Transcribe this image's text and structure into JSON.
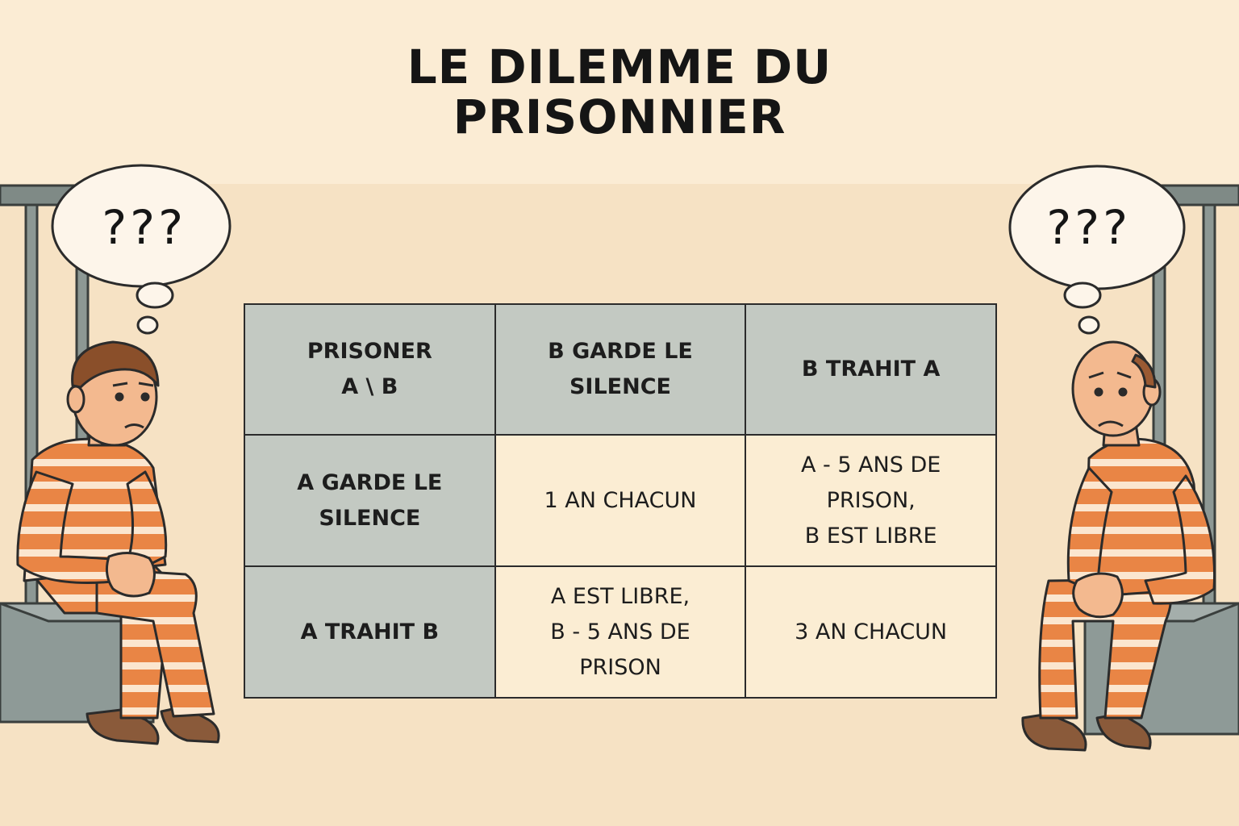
{
  "title": {
    "line1": "LE DILEMME DU",
    "line2": "PRISONNIER"
  },
  "thought_left": "???",
  "thought_right": "???",
  "matrix": {
    "corner": "PRISONER\nA \\ B",
    "col_b_silent": "B  GARDE LE\nSILENCE",
    "col_b_betrays": "B TRAHIT A",
    "row_a_silent": "A GARDE LE\nSILENCE",
    "row_a_betrays": "A TRAHIT B",
    "silent_silent": "1 AN CHACUN",
    "silent_betray": "A - 5 ANS DE\nPRISON,\nB EST LIBRE",
    "betray_silent": "A EST LIBRE,\nB - 5 ANS DE\nPRISON",
    "betray_betray": "3 AN CHACUN"
  },
  "colors": {
    "background": "#f6e2c4",
    "header_cell": "#c3c9c2",
    "body_cell": "#fbedd3",
    "uniform_orange": "#e98545",
    "uniform_stripe": "#fbe6cf"
  }
}
